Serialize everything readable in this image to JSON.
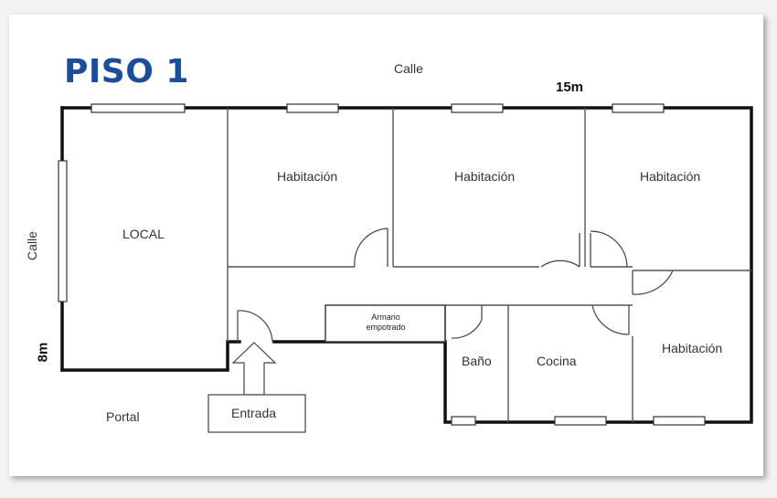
{
  "title": "PISO 1",
  "dimensions": {
    "width": "15m",
    "height": "8m"
  },
  "labels": {
    "street_top": "Calle",
    "street_left": "Calle",
    "local": "LOCAL",
    "room1": "Habitación",
    "room2": "Habitación",
    "room3": "Habitación",
    "room4": "Habitación",
    "closet_line1": "Armario",
    "closet_line2": "empotrado",
    "bathroom": "Baño",
    "kitchen": "Cocina",
    "entrance": "Entrada",
    "portal": "Portal"
  },
  "colors": {
    "title": "#1a4e9c",
    "wall": "#111111",
    "partition": "#555555"
  }
}
